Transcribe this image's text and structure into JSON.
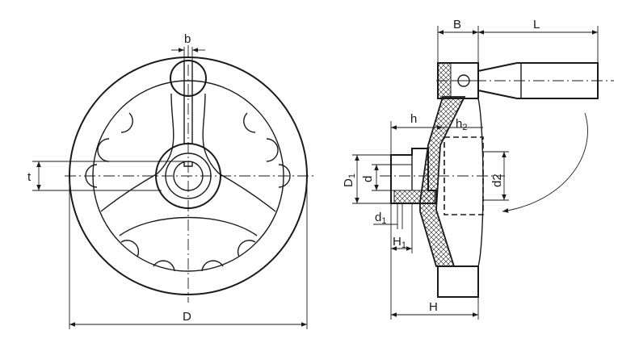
{
  "diagram": {
    "front_view": {
      "labels": {
        "b": "b",
        "t": "t",
        "D": "D"
      }
    },
    "side_view": {
      "labels": {
        "B": "B",
        "L": "L",
        "h": "h",
        "h2_main": "h",
        "h2_sub": "2",
        "D1_main": "D",
        "D1_sub": "1",
        "d": "d",
        "d2": "d2",
        "d1_main": "d",
        "d1_sub": "1",
        "H1_main": "H",
        "H1_sub": "1",
        "H": "H"
      }
    }
  }
}
